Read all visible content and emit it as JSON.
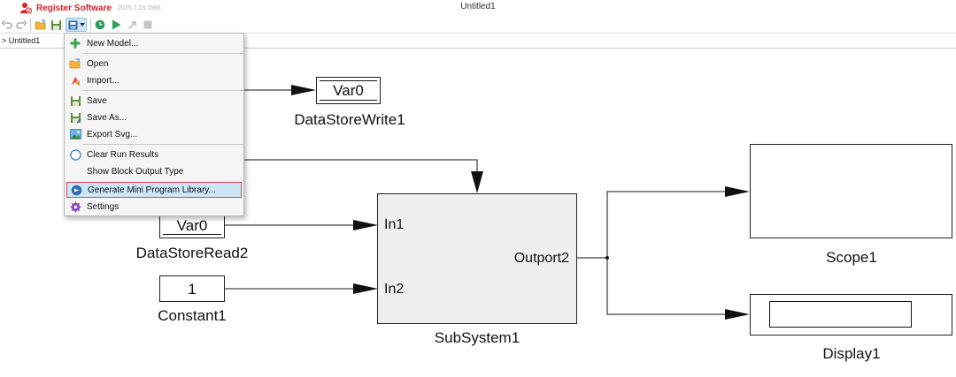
{
  "window": {
    "register_label": "Register Software",
    "version": "2025.7.23.1566",
    "title": "Untitled1"
  },
  "toolbar": {
    "icons": [
      "undo-icon",
      "redo-icon",
      "open-folder-icon",
      "save-icon",
      "model-menu-icon",
      "chevron-down-icon",
      "clock-icon",
      "play-icon",
      "step-icon",
      "stop-icon"
    ]
  },
  "tabs": {
    "active": "> Untitled1"
  },
  "menu": {
    "items": [
      {
        "label": "New Model...",
        "icon": "plus-icon"
      },
      {
        "label": "Open",
        "icon": "open-folder-icon"
      },
      {
        "label": "Import...",
        "icon": "import-icon"
      },
      {
        "label": "Save",
        "icon": "save-icon"
      },
      {
        "label": "Save As...",
        "icon": "save-as-icon"
      },
      {
        "label": "Export Svg...",
        "icon": "image-icon"
      },
      {
        "label": "Clear Run Results",
        "icon": "circle-icon"
      },
      {
        "label": "Show Block Output Type",
        "icon": ""
      },
      {
        "label": "Generate Mini Program Library...",
        "icon": "library-icon",
        "highlighted": true
      },
      {
        "label": "Settings",
        "icon": "gear-icon"
      }
    ]
  },
  "diagram": {
    "datastorewrite": {
      "name": "DataStoreWrite1",
      "var": "Var0"
    },
    "datastoreread": {
      "name": "DataStoreRead2",
      "var": "Var0"
    },
    "constant": {
      "name": "Constant1",
      "value": "1"
    },
    "subsystem": {
      "name": "SubSystem1",
      "in1": "In1",
      "in2": "In2",
      "out": "Outport2"
    },
    "scope": {
      "name": "Scope1"
    },
    "display": {
      "name": "Display1"
    }
  },
  "colors": {
    "accent_red": "#d6202b",
    "menu_highlight": "#cde6f7",
    "menu_highlight_border": "#e0435a",
    "subsystem_fill": "#efefef"
  }
}
